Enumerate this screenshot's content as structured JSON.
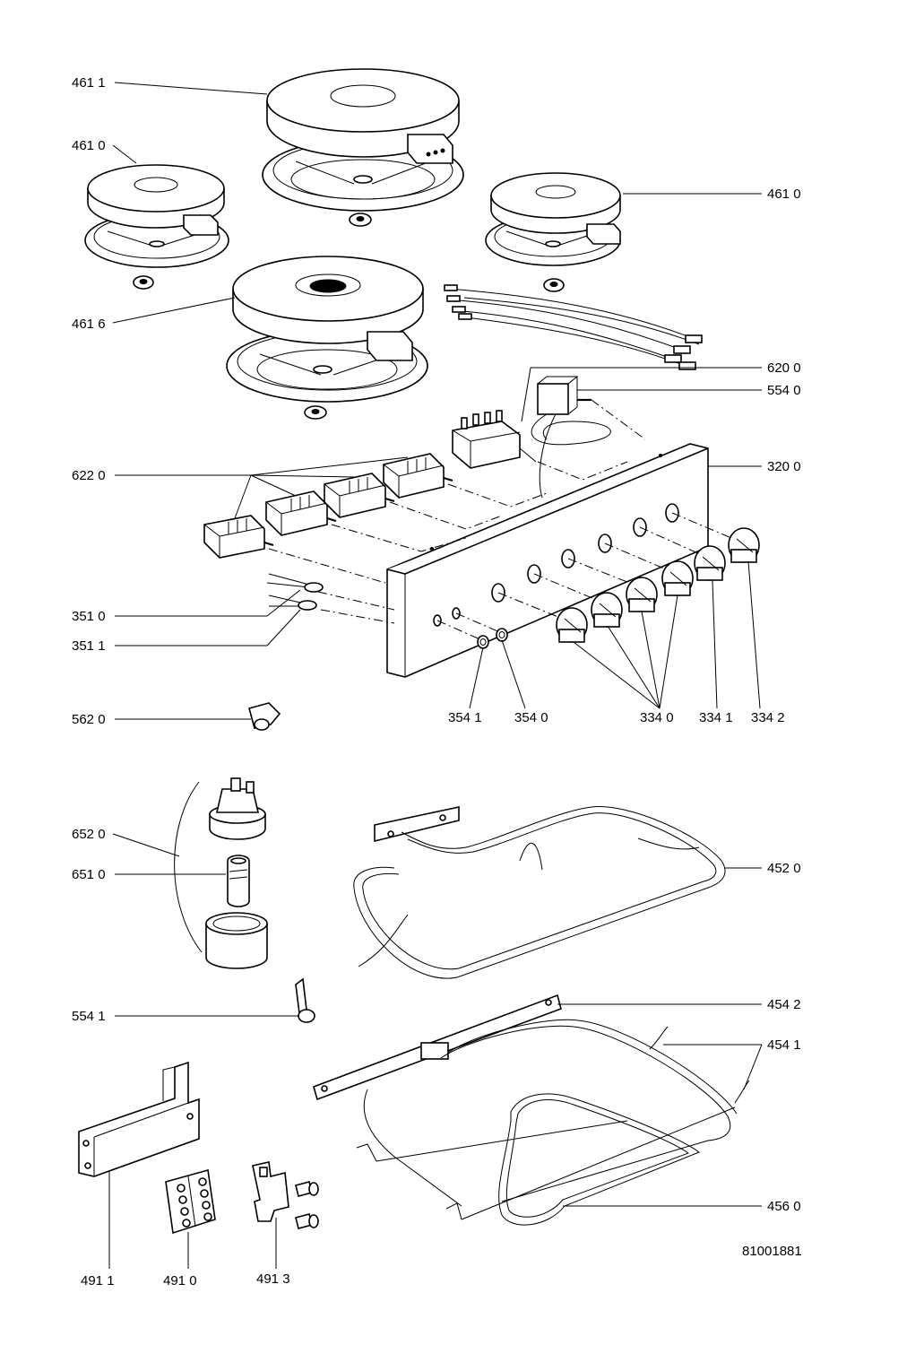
{
  "labels": {
    "l4611": "461 1",
    "l4610a": "461 0",
    "l4610b": "461 0",
    "l4616": "461 6",
    "l6200": "620 0",
    "l5540": "554 0",
    "l3200": "320 0",
    "l6220": "622 0",
    "l3510": "351 0",
    "l3511": "351 1",
    "l3541": "354 1",
    "l3540": "354 0",
    "l3340": "334 0",
    "l3341": "334 1",
    "l3342": "334 2",
    "l5620": "562 0",
    "l6520": "652 0",
    "l6510": "651 0",
    "l4520": "452 0",
    "l5541": "554 1",
    "l4542": "454 2",
    "l4541": "454 1",
    "l4560": "456 0",
    "l4911": "491 1",
    "l4910": "491 0",
    "l4913": "491 3",
    "drawing_number": "81001881"
  }
}
